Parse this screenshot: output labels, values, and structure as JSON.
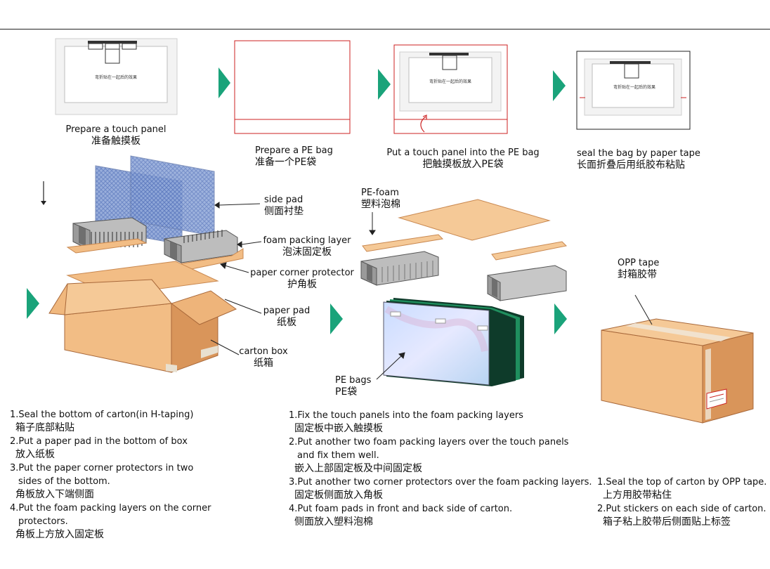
{
  "panel_caption": "弯折贴在一起后的效果",
  "top_row": {
    "step1": {
      "en": "Prepare a touch panel",
      "cn": "准备触摸板"
    },
    "step2": {
      "en": "Prepare a PE bag",
      "cn": "准备一个PE袋"
    },
    "step3": {
      "en": "Put a touch panel into the PE bag",
      "cn": "把触摸板放入PE袋"
    },
    "step4": {
      "en": "seal the bag by paper tape",
      "cn": "长面折叠后用纸胶布粘贴"
    }
  },
  "labels": {
    "side_pad": {
      "en": "side pad",
      "cn": "侧面衬垫"
    },
    "foam_layer": {
      "en": "foam packing layer",
      "cn": "泡沫固定板"
    },
    "corner_protector": {
      "en": "paper corner protector",
      "cn": "护角板"
    },
    "paper_pad": {
      "en": "paper pad",
      "cn": "纸板"
    },
    "carton_box": {
      "en": "carton box",
      "cn": "纸箱"
    },
    "pe_foam": {
      "en": "PE-foam",
      "cn": "塑料泡棉"
    },
    "pe_bags": {
      "en": "PE bags",
      "cn": "PE袋"
    },
    "opp_tape": {
      "en": "OPP tape",
      "cn": "封箱胶带"
    }
  },
  "instructions": {
    "left": [
      {
        "en": "1.Seal the bottom of carton(in H-taping)",
        "cn": "箱子底部粘贴"
      },
      {
        "en": "2.Put a paper pad in the bottom of box",
        "cn": "放入纸板"
      },
      {
        "en": "3.Put the paper corner protectors in two",
        "en2": "sides of the bottom.",
        "cn": "角板放入下端侧面"
      },
      {
        "en": "4.Put the foam packing layers on the corner",
        "en2": "protectors.",
        "cn": "角板上方放入固定板"
      }
    ],
    "middle": [
      {
        "en": "1.Fix the touch panels into the foam packing layers",
        "cn": "固定板中嵌入触摸板"
      },
      {
        "en": "2.Put another two foam packing layers over the touch panels",
        "en2": "and fix them well.",
        "cn": "嵌入上部固定板及中间固定板"
      },
      {
        "en": "3.Put another two corner protectors over the foam packing layers.",
        "cn": "固定板侧面放入角板"
      },
      {
        "en": "4.Put foam pads in front and back side of carton.",
        "cn": "侧面放入塑料泡棉"
      }
    ],
    "right": [
      {
        "en": "1.Seal the top of carton by OPP tape.",
        "cn": "上方用胶带粘住"
      },
      {
        "en": "2.Put stickers on each side of carton.",
        "cn": "箱子粘上胶带后侧面贴上标签"
      }
    ]
  },
  "colors": {
    "arrow": "#1aa37a",
    "carton": "#f2bd85",
    "carton_dark": "#d9955a",
    "bag_border": "#cc2222",
    "foam": "#bdbdbd"
  }
}
